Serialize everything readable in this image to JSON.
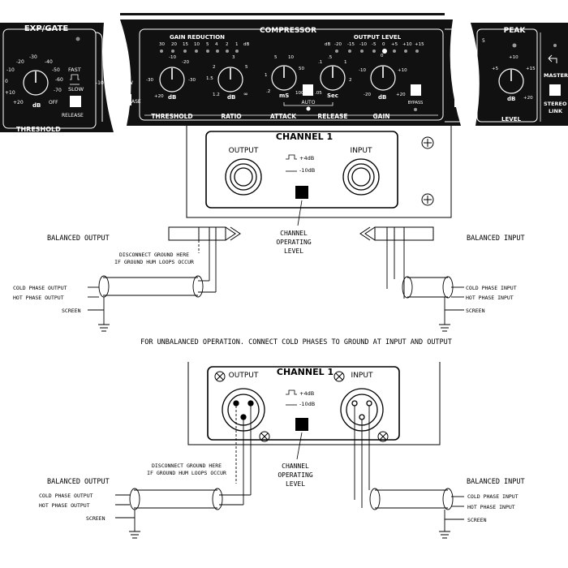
{
  "front_panel": {
    "expgate": {
      "title": "EXP/GATE",
      "scale": [
        "-20",
        "-30",
        "-40",
        "-10",
        "-50",
        "-60",
        "0",
        "-70",
        "+10",
        "OFF",
        "+20"
      ],
      "unit": "dB",
      "fast": "FAST",
      "slow": "SLOW",
      "release": "RELEASE",
      "footer": "THRESHOLD"
    },
    "compressor": {
      "title": "COMPRESSOR",
      "gain_reduction": "GAIN REDUCTION",
      "gr_scale": [
        "30",
        "20",
        "15",
        "10",
        "5",
        "4",
        "2",
        "1",
        "dB"
      ],
      "output_level": "OUTPUT LEVEL",
      "ol_scale": [
        "dB",
        "-20",
        "-15",
        "-10",
        "-5",
        "0",
        "+5",
        "+10",
        "+15"
      ],
      "threshold_scale": [
        "-10",
        "-20",
        "-30",
        "-30",
        "+20",
        "dB"
      ],
      "ratio_scale": [
        "2",
        "3",
        "1.5",
        "5",
        "1.2",
        "dB",
        "∞"
      ],
      "attack_scale": [
        "5",
        "10",
        "1",
        "50",
        ".2",
        "100",
        "mS"
      ],
      "release_scale": [
        ".1",
        ".5",
        "1",
        "2",
        ".05",
        "Sec"
      ],
      "gain_scale": [
        "0",
        "-10",
        "+10",
        "-20",
        "+20",
        "dB"
      ],
      "auto": "AUTO",
      "bypass": "BYPASS",
      "footer_threshold": "THRESHOLD",
      "footer_ratio": "RATIO",
      "footer_attack": "ATTACK",
      "footer_release": "RELEASE",
      "footer_gain": "GAIN"
    },
    "left_partial": {
      "zero": "0",
      "minus10": "-10",
      "w": "W",
      "ase": "ASE"
    },
    "mid_partial": {
      "pass": "PASS"
    },
    "peak": {
      "title": "PEAK",
      "scale": [
        "+10",
        "+5",
        "+15",
        "dB",
        "+20"
      ],
      "footer": "LEVEL",
      "master": "MASTER",
      "stereo": "STEREO",
      "link": "LINK",
      "five": "5"
    }
  },
  "jack_diagram": {
    "channel": "CHANNEL 1",
    "output": "OUTPUT",
    "input": "INPUT",
    "plus4": "+4dB",
    "minus10": "-10dB",
    "channel_op": "CHANNEL",
    "operating": "OPERATING",
    "level": "LEVEL",
    "balanced_output": "BALANCED OUTPUT",
    "balanced_input": "BALANCED INPUT",
    "disconnect1": "DISCONNECT GROUND HERE",
    "disconnect2": "IF GROUND HUM LOOPS OCCUR",
    "cold_out": "COLD PHASE OUTPUT",
    "hot_out": "HOT PHASE OUTPUT",
    "screen": "SCREEN",
    "cold_in": "COLD PHASE INPUT",
    "hot_in": "HOT PHASE INPUT"
  },
  "unbalanced_note": "FOR UNBALANCED OPERATION. CONNECT COLD PHASES TO GROUND AT INPUT AND OUTPUT",
  "xlr_diagram": {
    "channel": "CHANNEL 1",
    "output": "OUTPUT",
    "input": "INPUT",
    "plus4": "+4dB",
    "minus10": "-10dB",
    "channel_op": "CHANNEL",
    "operating": "OPERATING",
    "level": "LEVEL",
    "balanced_output": "BALANCED OUTPUT",
    "balanced_input": "BALANCED INPUT",
    "disconnect1": "DISCONNECT GROUND HERE",
    "disconnect2": "IF GROUND HUM LOOPS OCCUR",
    "cold_out": "COLD PHASE OUTPUT",
    "hot_out": "HOT PHASE OUTPUT",
    "screen": "SCREEN",
    "cold_in": "COLD PHASE INPUT",
    "hot_in": "HOT PHASE INPUT"
  }
}
